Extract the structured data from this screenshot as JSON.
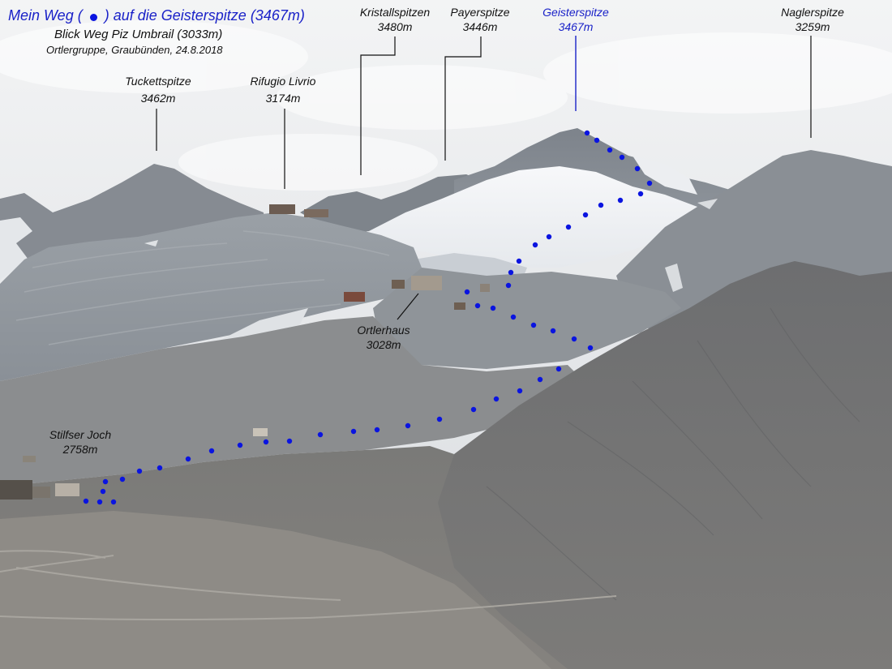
{
  "header": {
    "title_pre": "Mein Weg (",
    "title_post": ") auf die Geisterspitze (3467m)",
    "subtitle": "Blick Weg Piz Umbrail (3033m)",
    "caption": "Ortlergruppe, Graubünden, 24.8.2018"
  },
  "peaks": [
    {
      "name": "Kristallspitzen",
      "elevation": "3480m"
    },
    {
      "name": "Payerspitze",
      "elevation": "3446m"
    },
    {
      "name": "Geisterspitze",
      "elevation": "3467m"
    },
    {
      "name": "Naglerspitze",
      "elevation": "3259m"
    },
    {
      "name": "Tuckettspitze",
      "elevation": "3462m"
    },
    {
      "name": "Rifugio Livrio",
      "elevation": "3174m"
    },
    {
      "name": "Ortlerhaus",
      "elevation": "3028m"
    },
    {
      "name": "Stilfser Joch",
      "elevation": "2758m"
    }
  ],
  "colors": {
    "route": "#0a14e0",
    "highlight_label": "#1a22c8",
    "label": "#111111"
  }
}
